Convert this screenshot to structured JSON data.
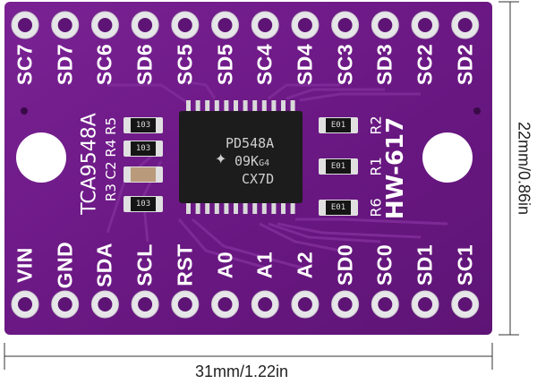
{
  "board": {
    "top_pins": [
      "SC7",
      "SD7",
      "SC6",
      "SD6",
      "SC5",
      "SD5",
      "SC4",
      "SD4",
      "SC3",
      "SD3",
      "SC2",
      "SD2"
    ],
    "bottom_pins": [
      "VIN",
      "GND",
      "SDA",
      "SCL",
      "RST",
      "A0",
      "A1",
      "A2",
      "SD0",
      "SC0",
      "SD1",
      "SC1"
    ],
    "chip_name": "TCA9548A",
    "ref_line1": "R3 C2 R4 R5",
    "model": "HW-617",
    "ref_right_top": "R2",
    "ref_right_mid": "R1",
    "ref_right_bot": "R6",
    "ic_marking_1": "PD548A",
    "ic_marking_2": "09K",
    "ic_marking_2b": "G4",
    "ic_marking_3": "CX7D",
    "resistor_code_103": "103",
    "resistor_code_e01": "E01",
    "colors": {
      "pcb": "#6e1a86",
      "pad": "#e8e8ea",
      "ic": "#1c1c1c"
    }
  },
  "dimensions": {
    "width_label": "31mm/1.22in",
    "height_label": "22mm/0.86in"
  }
}
